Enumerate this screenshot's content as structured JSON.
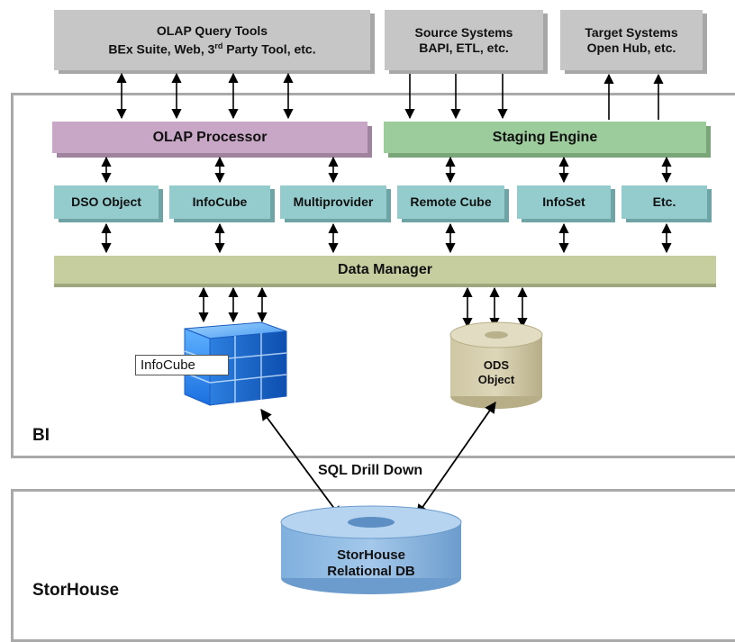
{
  "top_boxes": {
    "olap_tools": {
      "line1": "OLAP Query Tools",
      "line2": "BEx Suite, Web, 3",
      "sup": "rd",
      "line2_rest": " Party Tool, etc."
    },
    "source_systems": {
      "line1": "Source Systems",
      "line2": "BAPI, ETL, etc."
    },
    "target_systems": {
      "line1": "Target Systems",
      "line2": "Open Hub, etc."
    }
  },
  "bi": {
    "olap_processor": "OLAP Processor",
    "staging_engine": "Staging Engine",
    "components": [
      "DSO Object",
      "InfoCube",
      "Multiprovider",
      "Remote Cube",
      "InfoSet",
      "Etc."
    ],
    "data_manager": "Data Manager",
    "infocube_callout": "InfoCube",
    "ods_line1": "ODS",
    "ods_line2": "Object",
    "label": "BI"
  },
  "connection_label": "SQL Drill Down",
  "storhouse": {
    "db_line1": "StorHouse",
    "db_line2": "Relational DB",
    "label": "StorHouse"
  }
}
